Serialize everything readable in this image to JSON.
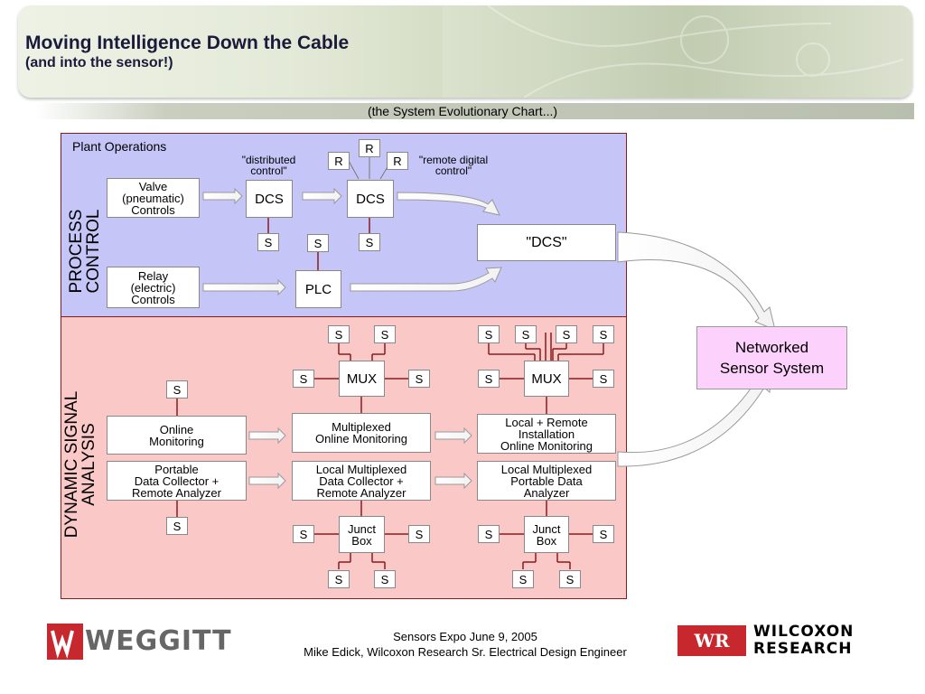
{
  "header": {
    "title": "Moving Intelligence Down the Cable",
    "subtitle": "(and into the sensor!)",
    "chart_label": "(the  System Evolutionary Chart...)"
  },
  "process": {
    "plant_label": "Plant Operations",
    "section_label": "PROCESS\nCONTROL",
    "distributed_label": "\"distributed\ncontrol\"",
    "remote_digital_label": "\"remote digital\ncontrol\"",
    "valve": "Valve\n(pneumatic)\nControls",
    "relay": "Relay\n(electric)\nControls",
    "dcs1": "DCS",
    "dcs2": "DCS",
    "plc": "PLC",
    "dcs_quoted": "\"DCS\"",
    "r": "R",
    "s": "S"
  },
  "dynamic": {
    "section_label": "DYNAMIC SIGNAL\nANALYSIS",
    "online": "Online\nMonitoring",
    "portable": "Portable\nData Collector +\nRemote Analyzer",
    "mux_online": "Multiplexed\nOnline Monitoring",
    "mux_collector": "Local Multiplexed\nData Collector +\nRemote Analyzer",
    "local_remote": "Local + Remote\nInstallation\nOnline Monitoring",
    "local_mux_portable": "Local Multiplexed\nPortable Data\nAnalyzer",
    "mux": "MUX",
    "junct": "Junct\nBox",
    "s": "S"
  },
  "networked": "Networked\nSensor System",
  "footer": {
    "line1": "Sensors Expo   June 9, 2005",
    "line2": "Mike Edick, Wilcoxon Research Sr. Electrical Design Engineer",
    "left_logo": "WEGGITT",
    "right_logo_badge": "WR",
    "right_logo_line1": "WILCOXON",
    "right_logo_line2": "RESEARCH"
  },
  "colors": {
    "process_bg": "#c5c6f7",
    "dynamic_bg": "#fbc8c8",
    "connector": "#8b1a1a",
    "networked_bg": "#fcd2fc",
    "logo_red": "#c7282d"
  }
}
